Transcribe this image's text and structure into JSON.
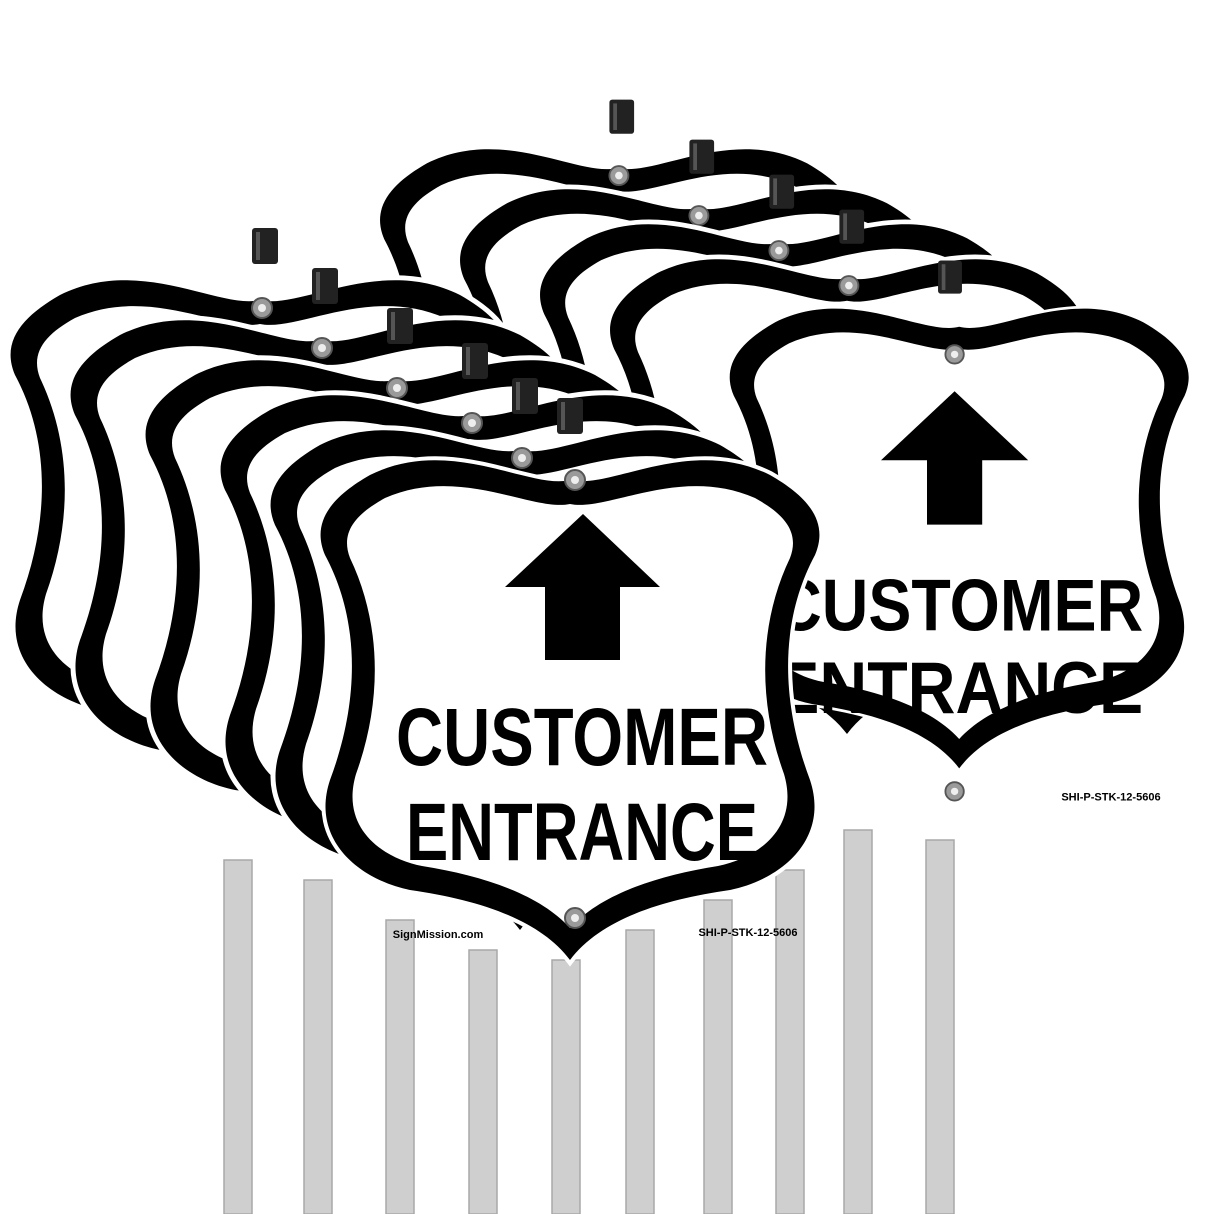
{
  "product": {
    "line1": "CUSTOMER",
    "line2": "ENTRANCE",
    "brand": "SignMission.com",
    "sku": "SHI-P-STK-12-5606",
    "arrow_icon": "arrow-up-icon"
  },
  "colors": {
    "ink": "#000000",
    "sign_face": "#ffffff",
    "stake": "#cfcfcf"
  }
}
